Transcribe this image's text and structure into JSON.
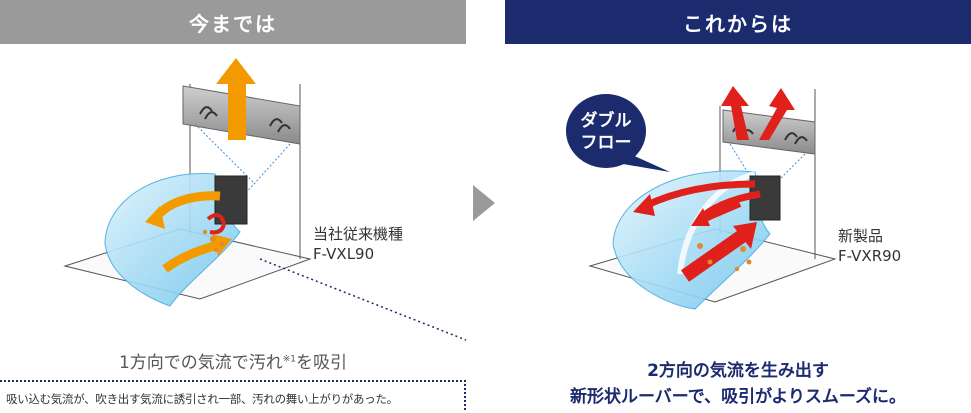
{
  "left": {
    "header": "今までは",
    "model_name": "当社従来機種",
    "model_code": "F-VXL90",
    "caption_main": "1方向での気流で汚れ",
    "caption_sup": "※1",
    "caption_tail": "を吸引",
    "note": "吸い込む気流が、吹き出す気流に誘引され一部、汚れの舞い上がりがあった。"
  },
  "right": {
    "header": "これからは",
    "bubble_line1": "ダブル",
    "bubble_line2": "フロー",
    "model_name": "新製品",
    "model_code": "F-VXR90",
    "caption_line1": "2方向の気流を生み出す",
    "caption_line2": "新形状ルーバーで、吸引がよりスムーズに。"
  },
  "colors": {
    "left_header": "#9a9a9a",
    "right_header": "#1c2a6e",
    "orange_arrow": "#f29a00",
    "red_arrow": "#e0201b",
    "airflow_blue": "#7ecdf0"
  }
}
